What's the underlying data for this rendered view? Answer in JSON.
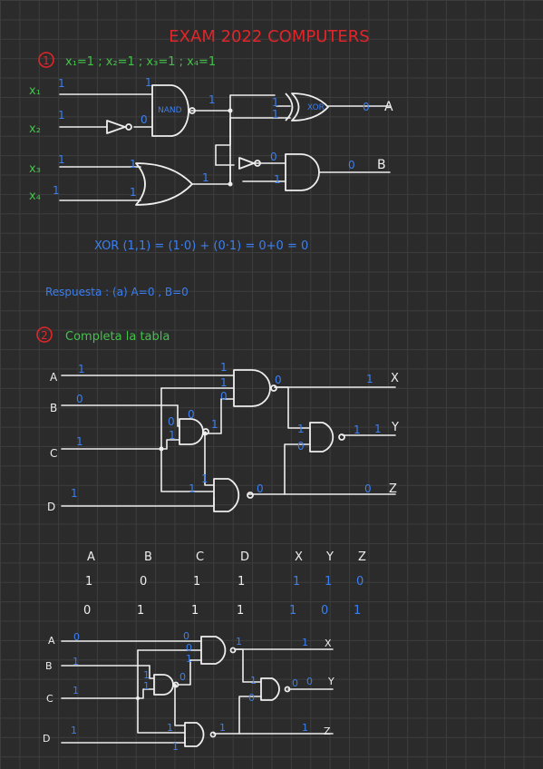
{
  "title": "EXAM 2022  COMPUTERS",
  "colors": {
    "title": "#e0262b",
    "green": "#44c14b",
    "blue": "#3b7ff0",
    "white": "#eeeeee",
    "circle": "#e0262b"
  },
  "q1": {
    "number": "1",
    "given": "x₁=1 ; x₂=1 ; x₃=1 ; x₄=1",
    "inputs": [
      "x₁",
      "x₂",
      "x₃",
      "x₄"
    ],
    "outputs": [
      "A",
      "B"
    ],
    "gate_labels": {
      "nand": "NAND",
      "xor": "XOR"
    },
    "values": {
      "x1_in": "1",
      "x2_in": "1",
      "x3_in": "1",
      "x4_in": "1",
      "nand_top": "1",
      "nand_bottom": "0",
      "or_top": "1",
      "or_bottom": "1",
      "nand_out": "1",
      "or_out": "1",
      "xor_top": "1",
      "xor_bottom": "1",
      "not_out": "0",
      "and_bottom": "1",
      "out_A": "0",
      "out_B": "0"
    },
    "equation": "XOR (1,1) = (1·0) + (0·1) = 0+0 = 0",
    "answer": "Respuesta :  (a)  A=0 , B=0"
  },
  "q2": {
    "number": "2",
    "prompt": "Completa la tabla",
    "inputs": [
      "A",
      "B",
      "C",
      "D"
    ],
    "outputs": [
      "X",
      "Y",
      "Z"
    ],
    "circuit1": {
      "in_A": "1",
      "in_B": "0",
      "in_C": "1",
      "in_D": "1",
      "g1_in_a": "1",
      "g1_in_b": "1",
      "g1_in_c": "0",
      "g1_out": "0",
      "g2_in_a": "0",
      "g2_in_b": "1",
      "g2_out": "1",
      "g2_top": "0",
      "g3_in_a": "1",
      "g3_in_b": "1",
      "g3_out": "0",
      "g4_in_a": "1",
      "g4_in_b": "0",
      "g4_out": "1",
      "out_X": "1",
      "out_Y": "1",
      "out_Z": "0"
    },
    "table": {
      "headers": [
        "A",
        "B",
        "C",
        "D",
        "X",
        "Y",
        "Z"
      ],
      "rows": [
        [
          "1",
          "0",
          "1",
          "1",
          "1",
          "1",
          "0"
        ],
        [
          "0",
          "1",
          "1",
          "1",
          "1",
          "0",
          "1"
        ]
      ]
    },
    "circuit2": {
      "in_A": "0",
      "in_B": "1",
      "in_C": "1",
      "in_D": "1",
      "g1_in_a": "0",
      "g1_in_b": "0",
      "g1_in_c": "1",
      "g1_out": "1",
      "g2_in_a": "1",
      "g2_in_b": "1",
      "g2_out": "0",
      "g3_in_a": "1",
      "g3_in_b": "1",
      "g3_out": "1",
      "g4_in_a": "1",
      "g4_in_b": "0",
      "g4_out": "0",
      "out_X": "1",
      "out_Y": "0",
      "out_Z": "1"
    }
  }
}
